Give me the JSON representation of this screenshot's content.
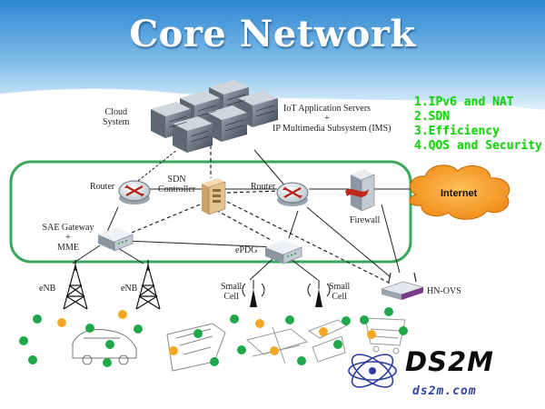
{
  "title": "Core Network",
  "features": [
    "1.IPv6 and NAT",
    "2.SDN",
    "3.Efficiency",
    "4.QOS and Security"
  ],
  "labels": {
    "cloud_system_line1": "Cloud",
    "cloud_system_line2": "System",
    "iot_line1": "IoT Application Servers",
    "iot_line2": "+",
    "iot_line3": "IP Multimedia Subsystem (IMS)",
    "router_left": "Router",
    "router_right": "Router",
    "sdn_line1": "SDN",
    "sdn_line2": "Controller",
    "internet": "Internet",
    "firewall": "Firewall",
    "sae_line1": "SAE Gateway",
    "sae_line2": "+",
    "sae_line3": "MME",
    "epdg": "ePDG",
    "enb_left": "eNB",
    "enb_right": "eNB",
    "small_cell_left_line1": "Small",
    "small_cell_left_line2": "Cell",
    "small_cell_right_line1": "Small",
    "small_cell_right_line2": "Cell",
    "hn_ovs": "HN-OVS"
  },
  "brand": {
    "name": "DS2M",
    "url": "ds2m.com"
  },
  "colors": {
    "sky_top": "#3a8fd6",
    "sky_bottom": "#d6ecfb",
    "core_border": "#3aa55c",
    "feature_text": "#18d40f",
    "internet_cloud": "#f59a2a",
    "dot_green": "#1fa84a",
    "dot_orange": "#f6a623",
    "brand_url": "#2e3f9e"
  },
  "icons": [
    "server-icon",
    "router-icon",
    "sdn-controller-icon",
    "firewall-icon",
    "internet-cloud-icon",
    "gateway-icon",
    "epdg-icon",
    "cell-tower-icon",
    "small-cell-antenna-icon",
    "wifi-router-icon",
    "device-sketch-icon",
    "ds2m-logo-icon"
  ]
}
